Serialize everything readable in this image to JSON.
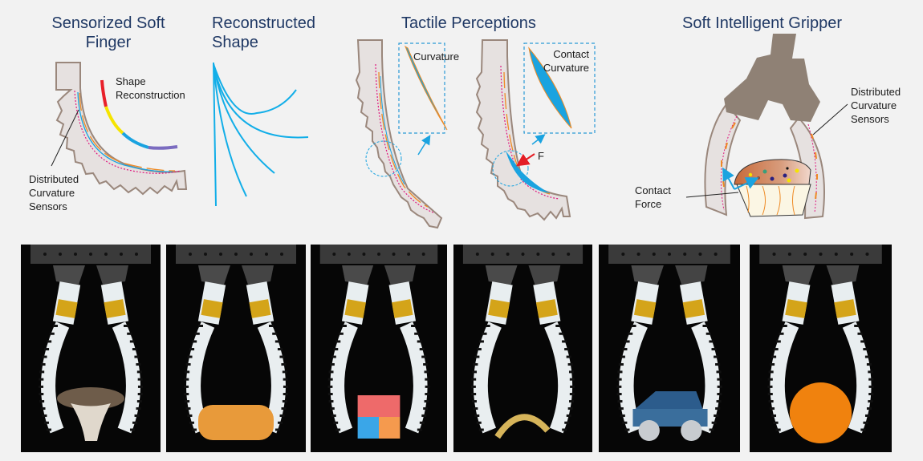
{
  "panels": {
    "finger": {
      "title_line1": "Sensorized Soft",
      "title_line2": "Finger",
      "shape_label_line1": "Shape",
      "shape_label_line2": "Reconstruction",
      "sensors_label_line1": "Distributed",
      "sensors_label_line2": "Curvature",
      "sensors_label_line3": "Sensors",
      "shape_segment_colors": [
        "#e8202a",
        "#f5e400",
        "#1aa3e0",
        "#7b6cc0"
      ]
    },
    "reconstructed": {
      "title_line1": "Reconstructed",
      "title_line2": "Shape",
      "curve_count": 5,
      "curve_color": "#12aee8"
    },
    "tactile": {
      "title": "Tactile Perceptions",
      "inset1_label": "Curvature",
      "inset2_label_line1": "Contact",
      "inset2_label_line2": "Curvature",
      "force_label": "F"
    },
    "gripper": {
      "title": "Soft Intelligent Gripper",
      "sensors_label_line1": "Distributed",
      "sensors_label_line2": "Curvature",
      "sensors_label_line3": "Sensors",
      "force_label_line1": "Contact",
      "force_label_line2": "Force"
    }
  },
  "colors": {
    "title": "#1f3864",
    "finger_fill": "#e6e1e0",
    "finger_stroke": "#9a877c",
    "sensor_orange": "#ee8a24",
    "sensor_blue": "#1aa3e0",
    "dashed_magenta": "#e0187f",
    "inset_border": "#2a9ad6",
    "force_red": "#e41e26",
    "gripper_body": "#8f8175"
  },
  "photos": [
    {
      "object": "oyster mushroom"
    },
    {
      "object": "sponge cake"
    },
    {
      "object": "2x2 rubik's cube"
    },
    {
      "object": "potato chip"
    },
    {
      "object": "toy car"
    },
    {
      "object": "orange"
    }
  ]
}
